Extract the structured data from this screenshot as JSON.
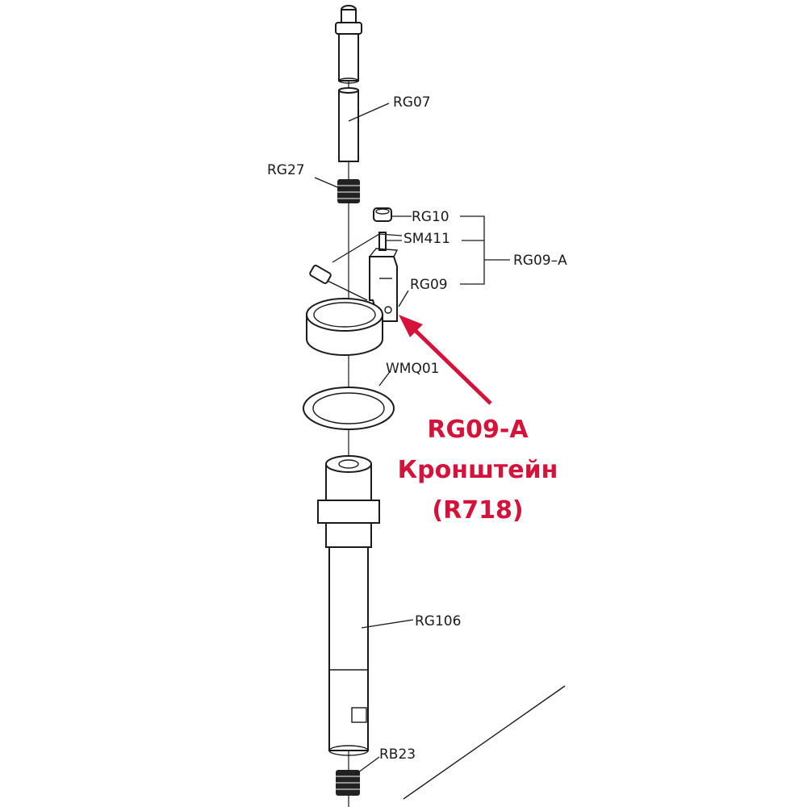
{
  "labels": {
    "rg07": "RG07",
    "rg27": "RG27",
    "rg10": "RG10",
    "sm411": "SM411",
    "rg09a_group": "RG09–A",
    "rg09": "RG09",
    "wmq01": "WMQ01",
    "rg106": "RG106",
    "rb23": "RB23"
  },
  "callout": {
    "line1": "RG09-A",
    "line2": "Кронштейн",
    "line3": "(R718)",
    "color": "#d4123a"
  }
}
